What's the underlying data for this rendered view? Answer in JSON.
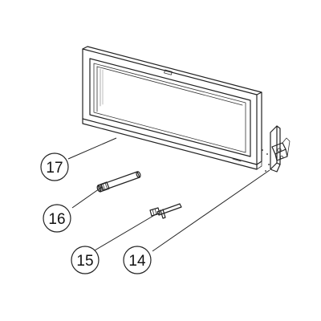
{
  "callouts": [
    {
      "id": "17",
      "label": "17"
    },
    {
      "id": "16",
      "label": "16"
    },
    {
      "id": "15",
      "label": "15"
    },
    {
      "id": "14",
      "label": "14"
    }
  ],
  "line_color": "#222222",
  "background": "#ffffff"
}
